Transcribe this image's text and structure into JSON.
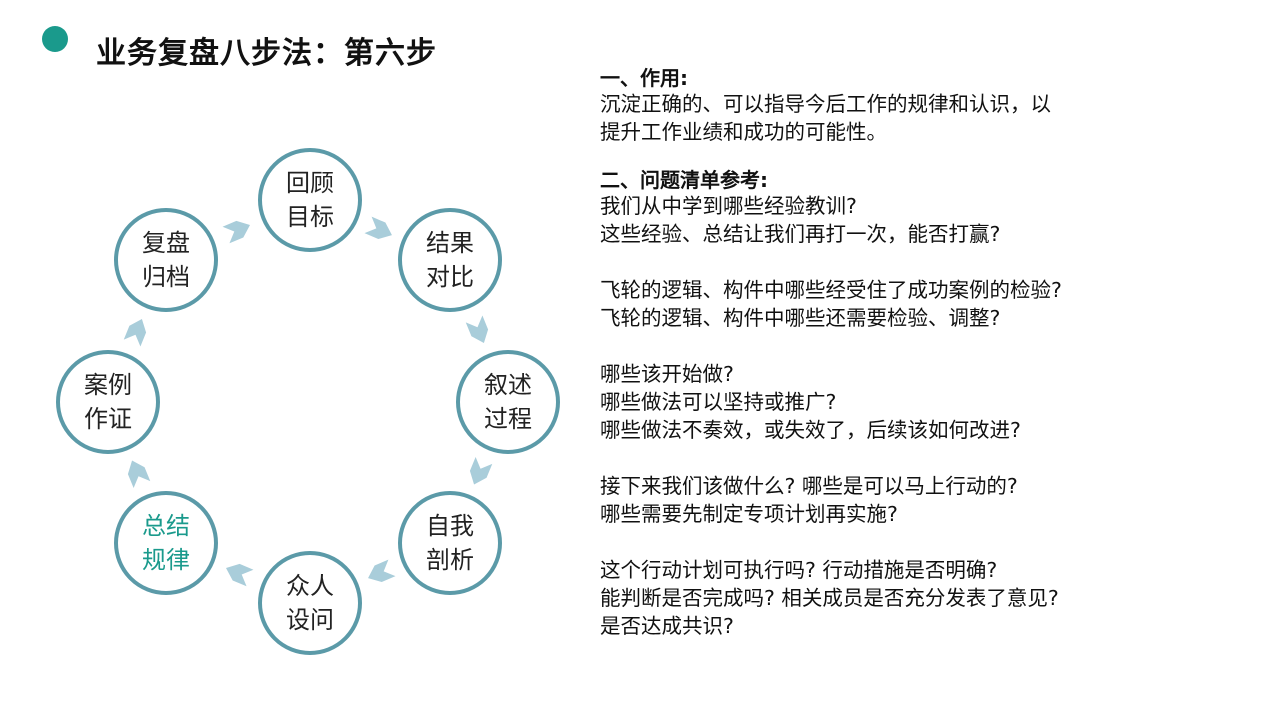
{
  "header": {
    "title": "业务复盘八步法：第六步"
  },
  "diagram": {
    "nodes": [
      {
        "id": "n1",
        "line1": "回顾",
        "line2": "目标",
        "highlight": false
      },
      {
        "id": "n2",
        "line1": "结果",
        "line2": "对比",
        "highlight": false
      },
      {
        "id": "n3",
        "line1": "叙述",
        "line2": "过程",
        "highlight": false
      },
      {
        "id": "n4",
        "line1": "自我",
        "line2": "剖析",
        "highlight": false
      },
      {
        "id": "n5",
        "line1": "众人",
        "line2": "设问",
        "highlight": false
      },
      {
        "id": "n6",
        "line1": "总结",
        "line2": "规律",
        "highlight": true
      },
      {
        "id": "n7",
        "line1": "案例",
        "line2": "作证",
        "highlight": false
      },
      {
        "id": "n8",
        "line1": "复盘",
        "line2": "归档",
        "highlight": false
      }
    ],
    "colors": {
      "ring": "#5b9aa8",
      "arrow": "#a9cdda",
      "highlight_text": "#1a9a8c",
      "accent_dot": "#1a9a8c"
    }
  },
  "panel": {
    "section1_title": "一、作用:",
    "section1_lines": [
      "沉淀正确的、可以指导今后工作的规律和认识，以",
      "提升工作业绩和成功的可能性。"
    ],
    "section2_title": "二、问题清单参考:",
    "groups": [
      [
        "我们从中学到哪些经验教训?",
        "这些经验、总结让我们再打一次，能否打赢?"
      ],
      [
        "飞轮的逻辑、构件中哪些经受住了成功案例的检验?",
        "飞轮的逻辑、构件中哪些还需要检验、调整?"
      ],
      [
        "哪些该开始做?",
        "哪些做法可以坚持或推广?",
        "哪些做法不奏效，或失效了，后续该如何改进?"
      ],
      [
        "接下来我们该做什么? 哪些是可以马上行动的?",
        "哪些需要先制定专项计划再实施?"
      ],
      [
        "这个行动计划可执行吗? 行动措施是否明确?",
        "能判断是否完成吗? 相关成员是否充分发表了意见?",
        "是否达成共识?"
      ]
    ]
  }
}
